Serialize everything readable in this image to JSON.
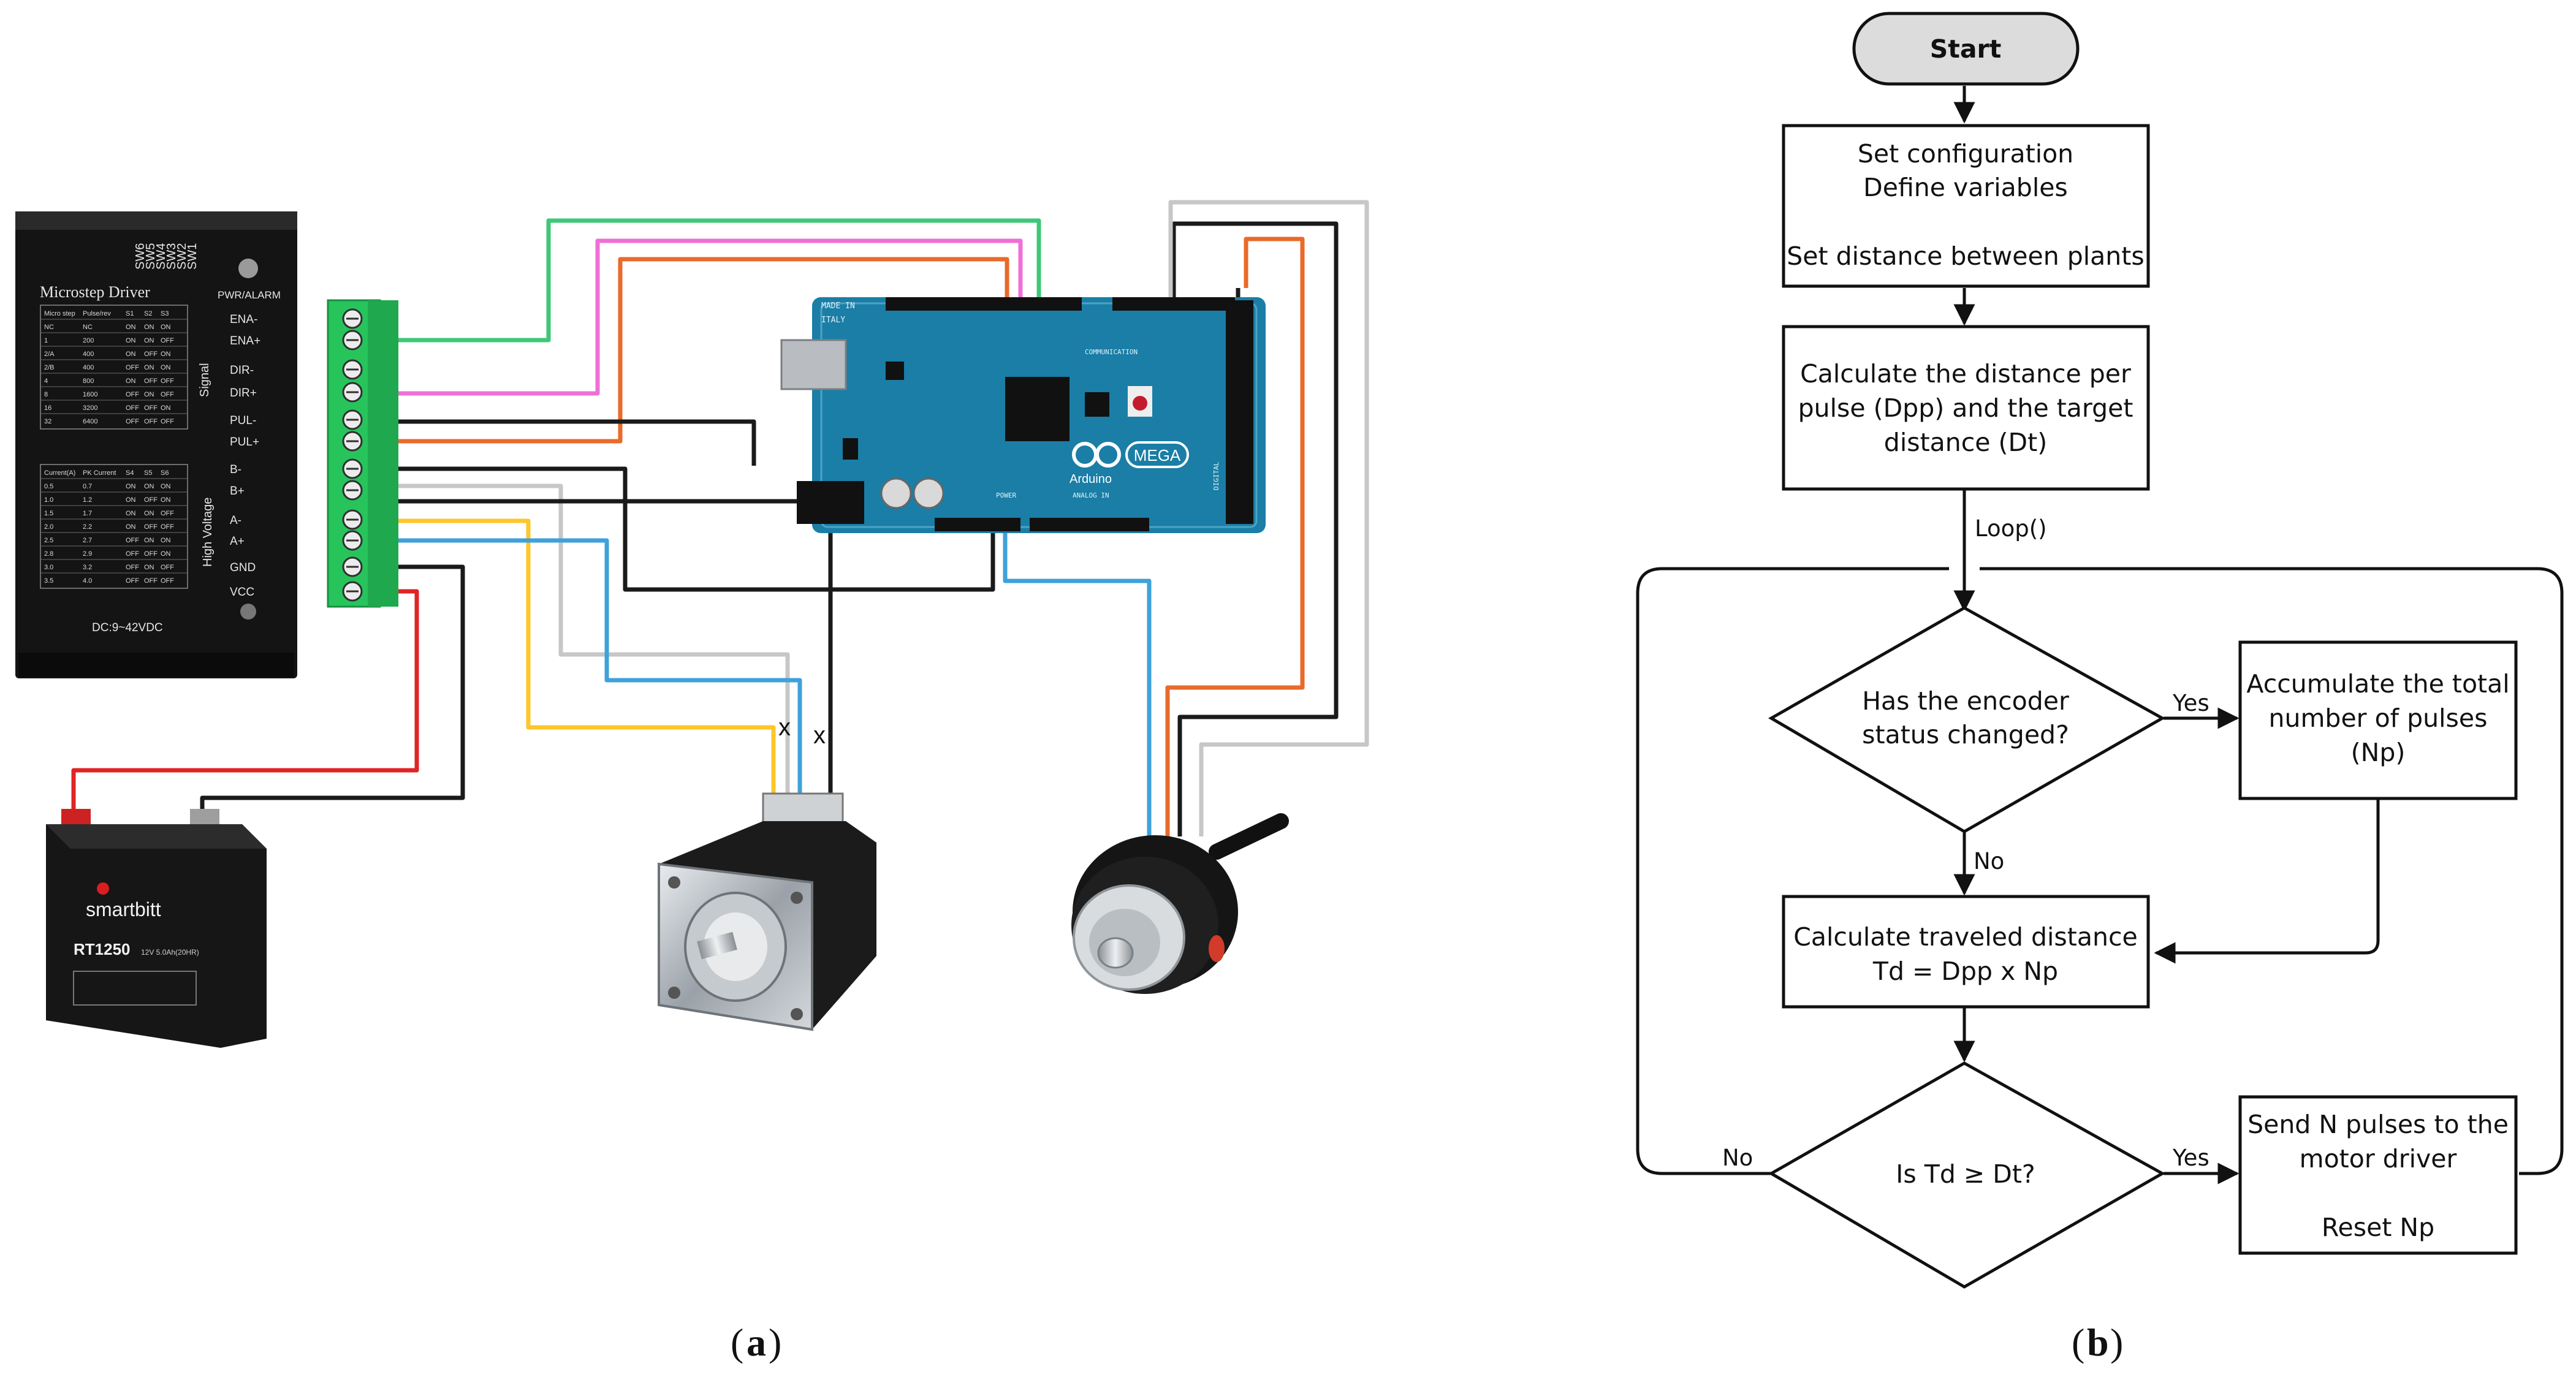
{
  "panel_a": {
    "caption_open": "(",
    "caption_letter": "a",
    "caption_close": ")",
    "driver": {
      "title": "Microstep Driver",
      "pwr_label": "PWR/ALARM",
      "switch_labels": [
        "SW6",
        "SW5",
        "SW4",
        "SW3",
        "SW2",
        "SW1"
      ],
      "pin_labels": [
        "ENA-",
        "ENA+",
        "DIR-",
        "DIR+",
        "PUL-",
        "PUL+",
        "B-",
        "B+",
        "A-",
        "A+",
        "GND",
        "VCC"
      ],
      "group_signal": "Signal",
      "group_hv": "High Voltage",
      "voltage_label": "DC:9~42VDC",
      "microstep_header": [
        "Micro step",
        "Pulse/rev",
        "S1",
        "S2",
        "S3"
      ],
      "microstep_rows": [
        [
          "NC",
          "NC",
          "ON",
          "ON",
          "ON"
        ],
        [
          "1",
          "200",
          "ON",
          "ON",
          "OFF"
        ],
        [
          "2/A",
          "400",
          "ON",
          "OFF",
          "ON"
        ],
        [
          "2/B",
          "400",
          "OFF",
          "ON",
          "ON"
        ],
        [
          "4",
          "800",
          "ON",
          "OFF",
          "OFF"
        ],
        [
          "8",
          "1600",
          "OFF",
          "ON",
          "OFF"
        ],
        [
          "16",
          "3200",
          "OFF",
          "OFF",
          "ON"
        ],
        [
          "32",
          "6400",
          "OFF",
          "OFF",
          "OFF"
        ]
      ],
      "current_header": [
        "Current(A)",
        "PK Current",
        "S4",
        "S5",
        "S6"
      ],
      "current_rows": [
        [
          "0.5",
          "0.7",
          "ON",
          "ON",
          "ON"
        ],
        [
          "1.0",
          "1.2",
          "ON",
          "OFF",
          "ON"
        ],
        [
          "1.5",
          "1.7",
          "ON",
          "ON",
          "OFF"
        ],
        [
          "2.0",
          "2.2",
          "ON",
          "OFF",
          "OFF"
        ],
        [
          "2.5",
          "2.7",
          "OFF",
          "ON",
          "ON"
        ],
        [
          "2.8",
          "2.9",
          "OFF",
          "OFF",
          "ON"
        ],
        [
          "3.0",
          "3.2",
          "OFF",
          "ON",
          "OFF"
        ],
        [
          "3.5",
          "4.0",
          "OFF",
          "OFF",
          "OFF"
        ]
      ]
    },
    "arduino": {
      "made_in": "MADE IN",
      "country": "ITALY",
      "brand": "Arduino",
      "model": "MEGA",
      "communication": "COMMUNICATION",
      "power": "POWER",
      "analog": "ANALOG IN",
      "digital": "DIGITAL"
    },
    "battery": {
      "brand": "smartbitt",
      "model": "RT1250",
      "spec": "12V 5.0Ah(20HR)"
    },
    "stepper_marks": [
      "x",
      "x"
    ]
  },
  "panel_b": {
    "caption_open": "(",
    "caption_letter": "b",
    "caption_close": ")",
    "start": "Start",
    "setup_lines": [
      "Set configuration",
      "Define variables",
      "",
      "Set distance between plants"
    ],
    "calc_lines": [
      "Calculate the distance per",
      "pulse (Dpp) and the target",
      "distance (Dt)"
    ],
    "loop_label": "Loop()",
    "decision1_lines": [
      "Has the encoder",
      "status changed?"
    ],
    "yes1": "Yes",
    "no1": "No",
    "accumulate_lines": [
      "Accumulate the total",
      "number of pulses",
      "(Np)"
    ],
    "traveled_lines": [
      "Calculate traveled distance",
      "Td = Dpp x Np"
    ],
    "decision2": "Is Td ≥ Dt?",
    "yes2": "Yes",
    "no2": "No",
    "send_lines": [
      "Send N pulses to the",
      "motor driver",
      "",
      "Reset Np"
    ]
  },
  "colors": {
    "wire_green": "#3ec878",
    "wire_pink": "#ef6fd6",
    "wire_orange": "#e96a2a",
    "wire_black": "#1a1a1a",
    "wire_gray": "#c7c7c7",
    "wire_yellow": "#ffc629",
    "wire_blue": "#3fa1d9",
    "wire_red": "#e02424",
    "arduino_teal": "#1a7ea6",
    "terminal_green": "#27c45c",
    "start_fill": "#dcdcdc"
  }
}
